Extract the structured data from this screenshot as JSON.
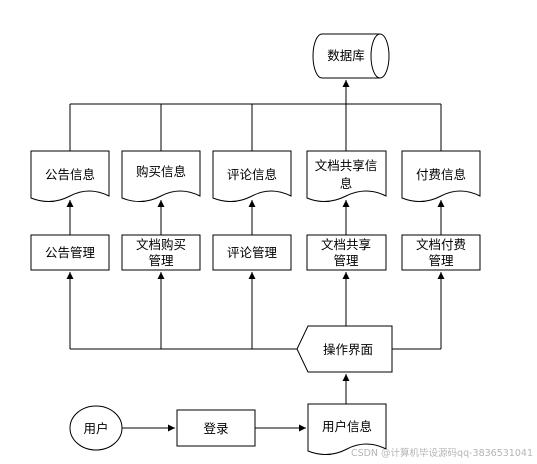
{
  "nodes": {
    "database": "数据库",
    "notice_info": "公告信息",
    "purchase_info": "购买信息",
    "comment_info": "评论信息",
    "share_info_line1": "文档共享信",
    "share_info_line2": "息",
    "payment_info": "付费信息",
    "notice_mgmt": "公告管理",
    "purchase_mgmt_line1": "文档购买",
    "purchase_mgmt_line2": "管理",
    "comment_mgmt": "评论管理",
    "share_mgmt_line1": "文档共享",
    "share_mgmt_line2": "管理",
    "payment_mgmt_line1": "文档付费",
    "payment_mgmt_line2": "管理",
    "operation_ui": "操作界面",
    "user": "用户",
    "login": "登录",
    "user_info": "用户信息"
  },
  "watermark": "CSDN @计算机毕设源码qq-3836531041"
}
